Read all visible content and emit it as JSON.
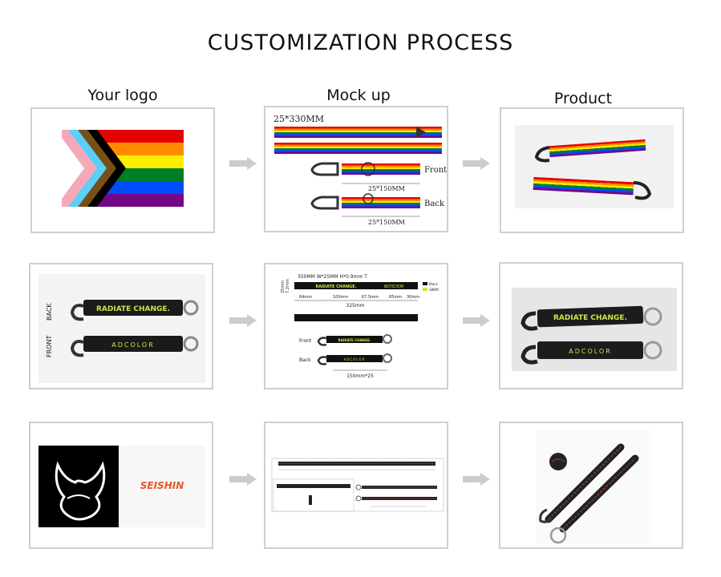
{
  "title": "CUSTOMIZATION PROCESS",
  "columns": [
    "Your logo",
    "Mock up",
    "Product"
  ],
  "row1": {
    "mockup_size": "25*330MM",
    "front_label": "Front",
    "back_label": "Back",
    "dim_front": "25*150MM",
    "dim_back": "25*150MM"
  },
  "row2": {
    "back_label": "BACK",
    "front_label": "FRONT",
    "text_front": "RADIATE CHANGE.",
    "text_back": "ADCOLOR",
    "spec": "350MM W*25MM H*0.9mm T",
    "side_dims": [
      "25mm",
      "7.2mm"
    ],
    "dims": [
      "64mm",
      "100mm",
      "67.5mm",
      "65mm",
      "30mm"
    ],
    "total": "325mm",
    "legend": [
      "Black",
      "388PC"
    ],
    "mock_front": "Front",
    "mock_back": "Back",
    "mock_dim": "150mm*25"
  },
  "row3": {
    "brand": "SEISHIN"
  },
  "colors": {
    "border": "#cfcfcf",
    "arrow": "#cccccc",
    "accent_green": "#c8e64a",
    "brand_orange": "#e8572a"
  }
}
